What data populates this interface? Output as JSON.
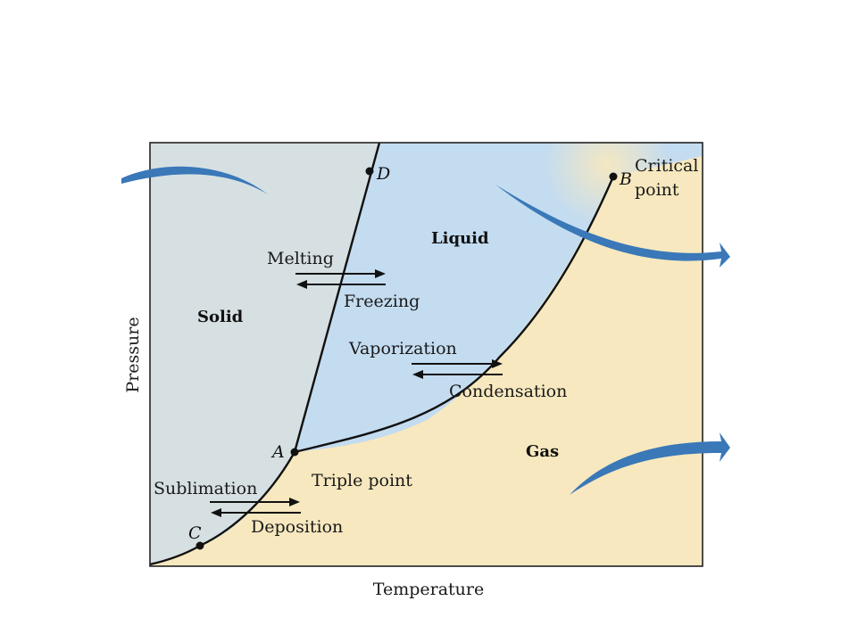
{
  "axes": {
    "x_label": "Temperature",
    "y_label": "Pressure"
  },
  "regions": {
    "solid": "Solid",
    "liquid": "Liquid",
    "gas": "Gas"
  },
  "points": {
    "A": "A",
    "B": "B",
    "C": "C",
    "D": "D",
    "triple_point": "Triple point",
    "critical_line1": "Critical",
    "critical_line2": "point"
  },
  "transitions": {
    "melting": "Melting",
    "freezing": "Freezing",
    "vaporization": "Vaporization",
    "condensation": "Condensation",
    "sublimation": "Sublimation",
    "deposition": "Deposition"
  },
  "colors": {
    "solid": "#d6e0e2",
    "liquid": "#c4dcf0",
    "gas": "#f7e8bf",
    "curve": "#111111",
    "accent_arrow": "#3a78b8"
  }
}
